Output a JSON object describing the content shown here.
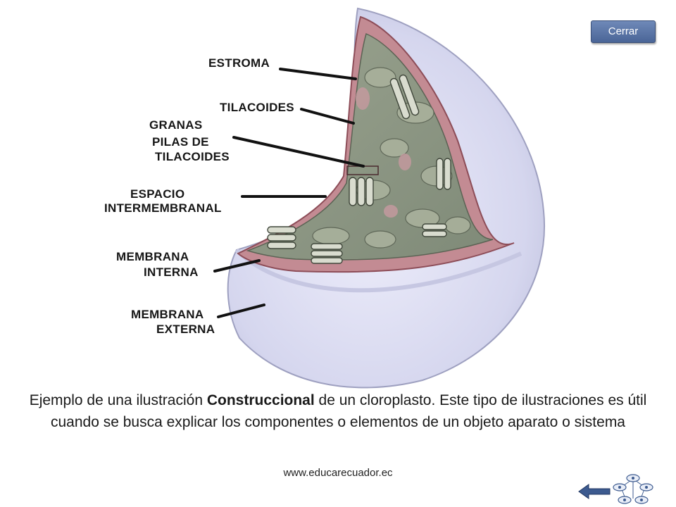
{
  "close_button": {
    "label": "Cerrar"
  },
  "diagram": {
    "labels": [
      "ESTROMA",
      "TILACOIDES",
      "GRANAS",
      "PILAS  DE",
      "TILACOIDES",
      "ESPACIO",
      "INTERMEMBRANAL",
      "MEMBRANA",
      "INTERNA",
      "MEMBRANA",
      "EXTERNA"
    ]
  },
  "caption": {
    "before": "Ejemplo de una ilustración ",
    "bold": "Construccional",
    "after": " de un cloroplasto. Este tipo de ilustraciones es útil cuando se busca explicar los componentes o elementos de un objeto aparato o sistema"
  },
  "footer": {
    "url": "www.educarecuador.ec"
  },
  "nav": {
    "back_icon": "back-arrow-icon",
    "map_icon": "site-map-icon"
  },
  "colors": {
    "outer_membrane": "#d8d8ee",
    "inner_membrane": "#b97b84",
    "stroma": "#8f9a84",
    "button": "#5873a5",
    "nav_arrow": "#3c5a8f"
  }
}
